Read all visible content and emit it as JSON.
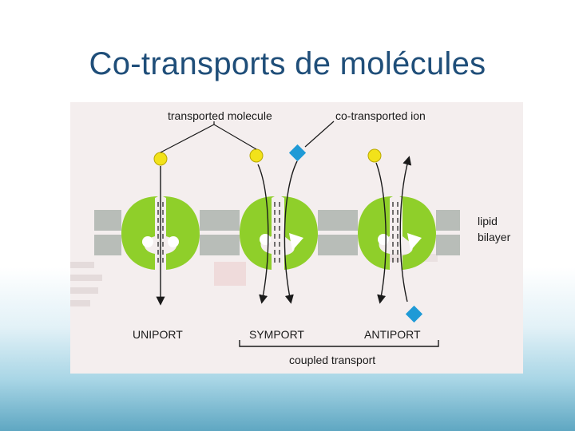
{
  "slide": {
    "title": "Co-transports de molécules"
  },
  "figure": {
    "labels": {
      "transported_molecule": "transported molecule",
      "co_transported_ion": "co-transported ion",
      "lipid": "lipid",
      "bilayer": "bilayer",
      "uniport": "UNIPORT",
      "symport": "SYMPORT",
      "antiport": "ANTIPORT",
      "coupled_transport": "coupled transport"
    },
    "colors": {
      "carrier": "#8fcf2a",
      "molecule": "#f2e21a",
      "ion": "#1f9ad6",
      "membrane": "#b8bdb8",
      "background": "#f4eeee",
      "text": "#1a1a1a"
    }
  }
}
